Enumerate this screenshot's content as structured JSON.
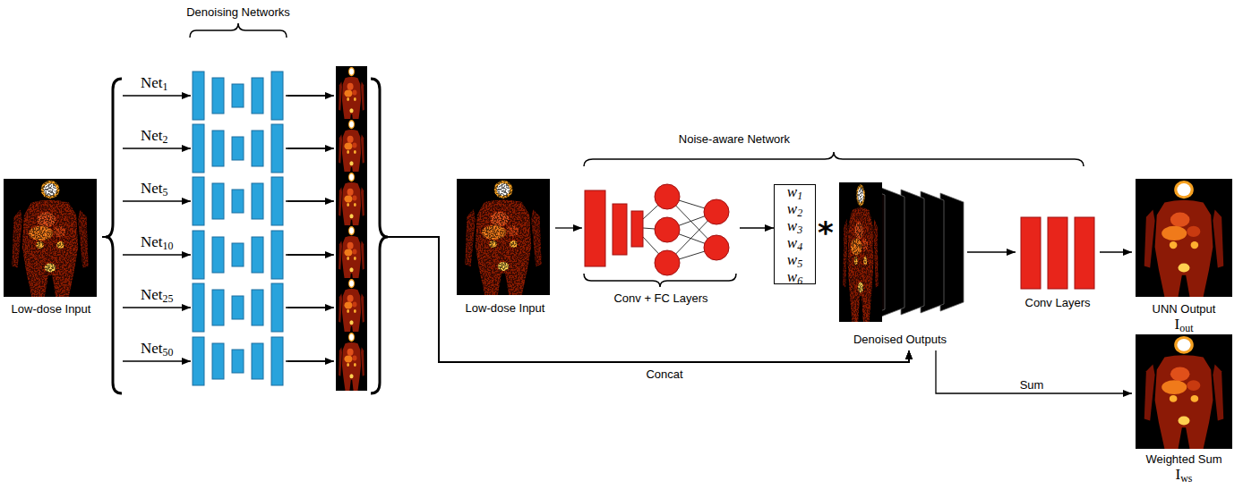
{
  "diagram": {
    "nodes": [
      {
        "text": [
          "Low-dose Input"
        ]
      },
      {
        "text": [
          "Net1"
        ]
      },
      {
        "text": [
          "Net2"
        ]
      },
      {
        "text": [
          "Net5"
        ]
      },
      {
        "text": [
          "Net10"
        ]
      },
      {
        "text": [
          "Net25"
        ]
      },
      {
        "text": [
          "Net50"
        ]
      },
      {
        "text": [
          "Low-dose Input"
        ]
      },
      {
        "text": [
          "Conv + FC Layers"
        ]
      },
      {
        "text": [
          "w1",
          "w2",
          "w3",
          "w4",
          "w5",
          "w6"
        ]
      },
      {
        "text": [
          "Denoised Outputs"
        ]
      },
      {
        "text": [
          "Conv Layers"
        ]
      },
      {
        "text": [
          "UNN Output",
          "Iout"
        ]
      },
      {
        "text": [
          "Weighted Sum",
          "Iws"
        ]
      }
    ],
    "edges": [
      {
        "from": 0,
        "to": 1,
        "arrow": "to"
      },
      {
        "from": 0,
        "to": 2,
        "arrow": "to"
      },
      {
        "from": 0,
        "to": 3,
        "arrow": "to"
      },
      {
        "from": 0,
        "to": 4,
        "arrow": "to"
      },
      {
        "from": 0,
        "to": 5,
        "arrow": "to"
      },
      {
        "from": 0,
        "to": 6,
        "arrow": "to"
      },
      {
        "from": 1,
        "to": 10,
        "arrow": "to",
        "label": "Concat"
      },
      {
        "from": 2,
        "to": 10,
        "arrow": "to"
      },
      {
        "from": 3,
        "to": 10,
        "arrow": "to"
      },
      {
        "from": 4,
        "to": 10,
        "arrow": "to"
      },
      {
        "from": 5,
        "to": 10,
        "arrow": "to"
      },
      {
        "from": 6,
        "to": 10,
        "arrow": "to"
      },
      {
        "from": 7,
        "to": 8,
        "arrow": "to"
      },
      {
        "from": 8,
        "to": 9,
        "arrow": "to"
      },
      {
        "from": 10,
        "to": 11,
        "arrow": "to"
      },
      {
        "from": 11,
        "to": 12,
        "arrow": "to"
      },
      {
        "from": 10,
        "to": 13,
        "arrow": "to",
        "label": "Sum"
      }
    ],
    "labels": [
      "Denoising Networks",
      "Noise-aware Network",
      "*"
    ]
  }
}
